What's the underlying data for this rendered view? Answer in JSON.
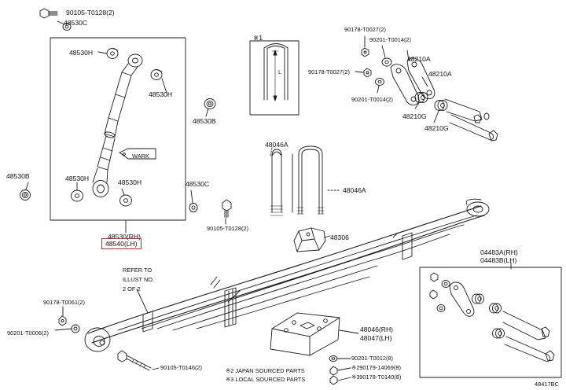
{
  "diagram_id": "48417BC",
  "shock_absorber": {
    "bolt_top": "90105-T0128(2)",
    "washer_top": "48530C",
    "bushing_top_left": "48530H",
    "bushing_top_right": "48530H",
    "cup_right": "48530B",
    "cup_left": "48530B",
    "bushing_bottom_left": "48530H",
    "bushing_bottom_right": "48530H",
    "washer_bottom": "48530C",
    "bolt_bottom": "90105-T0128(2)",
    "part_rh": "48530(RH)",
    "part_lh": "48540(LH)",
    "warning_tag": "WARK"
  },
  "detail_note_1": {
    "marker": "※1",
    "dimension_label": "L"
  },
  "shackle": {
    "nut_a": "90178-T0027(2)",
    "washer_a": "90201-T0014(2)",
    "nut_b": "90178-T0027(2)",
    "washer_b": "90201-T0014(2)",
    "shackle_a": "48210A",
    "shackle_a2": "48210A",
    "bushing_g": "48210G",
    "bushing_g2": "48210G"
  },
  "u_bolts": {
    "u_bolt_top": "48046A",
    "u_bolt_side": "48046A",
    "bumper": "48306"
  },
  "spring_note": {
    "line1": "REFER TO",
    "line2": "ILLUST NO.",
    "line3": "2 OF 2"
  },
  "front_hanger": {
    "nut": "90178-T0061(2)",
    "washer": "90201-T0006(2)",
    "bolt": "90105-T0146(2)"
  },
  "plate": {
    "rh": "48046(RH)",
    "lh": "48047(LH)"
  },
  "rear_shackle_assy": {
    "rh": "04483A(RH)",
    "lh": "04483B(LH)"
  },
  "plate_fasteners": {
    "washer": "90201-T0012(8)",
    "nut_a": "※290179-14069(8)",
    "nut_b": "※390178-T0140(8)"
  },
  "legend": {
    "japan": "※2 JAPAN SOURCED PARTS",
    "local": "※3 LOCAL SOURCED PARTS"
  },
  "colors": {
    "line": "#1a1a1a",
    "highlight": "#c1273a",
    "background": "#ffffff"
  }
}
